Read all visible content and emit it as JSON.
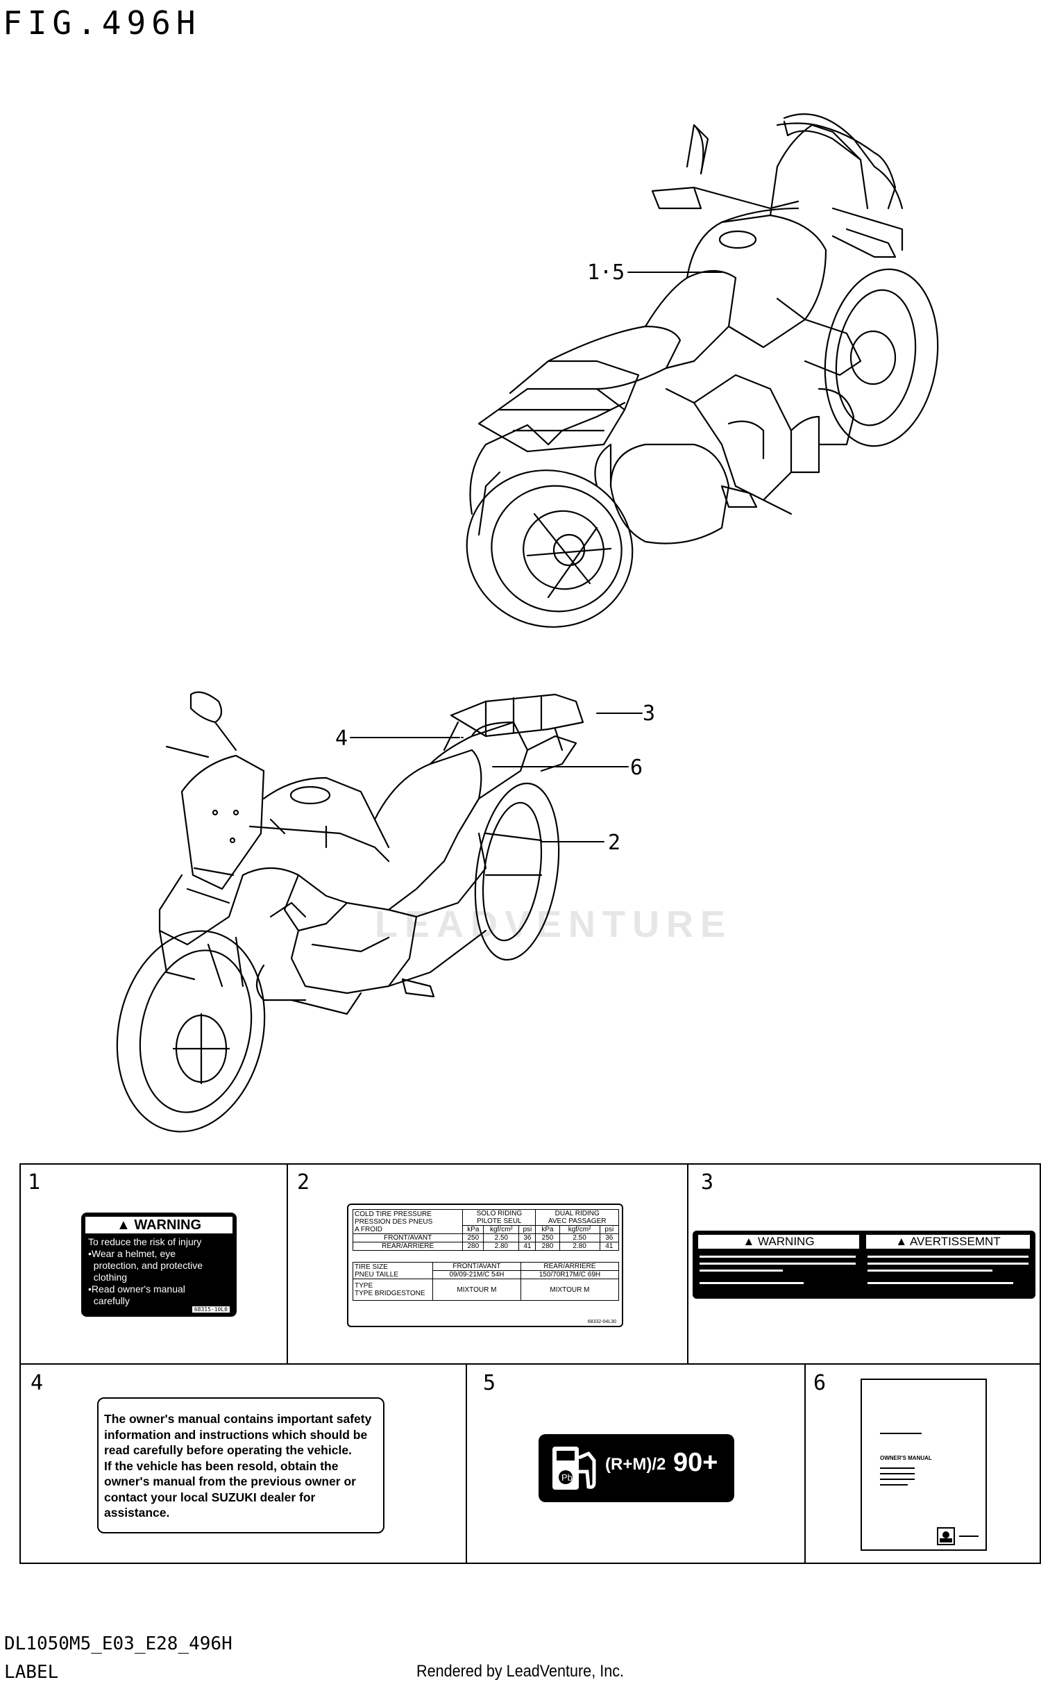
{
  "figure": {
    "title": "FIG.496H"
  },
  "callouts": [
    {
      "id": "c15",
      "text": "1·5"
    },
    {
      "id": "c3",
      "text": "3"
    },
    {
      "id": "c4",
      "text": "4"
    },
    {
      "id": "c6",
      "text": "6"
    },
    {
      "id": "c2",
      "text": "2"
    }
  ],
  "cells": [
    {
      "number": "1"
    },
    {
      "number": "2"
    },
    {
      "number": "3"
    },
    {
      "number": "4"
    },
    {
      "number": "5"
    },
    {
      "number": "6"
    }
  ],
  "label1": {
    "header": "WARNING",
    "body": "To reduce the risk of injury\n•Wear a helmet, eye\n  protection, and protective\n  clothing\n•Read owner's manual\n  carefully",
    "code": "68315-10L0"
  },
  "label2": {
    "rows": {
      "h1": "COLD TIRE PRESSURE\nPRESSION DES PNEUS\nA FROID",
      "h2": "SOLO RIDING\nPILOTE SEUL",
      "h3": "DUAL RIDING\nAVEC PASSAGER",
      "u1": "kPa",
      "u2": "kgf/cm²",
      "u3": "psi",
      "front": "FRONT/AVANT",
      "rear": "REAR/ARRIERE",
      "f": [
        "250",
        "2.50",
        "36",
        "250",
        "2.50",
        "36"
      ],
      "r": [
        "280",
        "2.80",
        "41",
        "280",
        "2.80",
        "41"
      ],
      "size": "TIRE SIZE\nPNEU TAILLE",
      "front2": "FRONT/AVANT",
      "rear2": "REAR/ARRIERE",
      "fsize": "09/09-21M/C 54H",
      "rsize": "150/70R17M/C 69H",
      "type": "TYPE\nTYPE",
      "brand": "BRIDGESTONE",
      "ftype": "MIXTOUR M",
      "rtype": "MIXTOUR M"
    },
    "code": "68332-04L30"
  },
  "label3": {
    "left": "WARNING",
    "right": "AVERTISSEMNT"
  },
  "label4": {
    "text": "The owner's manual contains important safety\ninformation and instructions which should be\nread carefully before operating the vehicle.\nIf the vehicle has been resold, obtain the\nowner's manual from the previous owner or\ncontact your local SUZUKI dealer for\nassistance."
  },
  "label5": {
    "octane": "(R+M)/2",
    "value": "90+",
    "icon": "fuel-pump-icon"
  },
  "label6": {
    "title": "OWNER'S MANUAL"
  },
  "footer": {
    "code": "DL1050M5_E03_E28_496H",
    "label": "LABEL",
    "rendered": "Rendered by LeadVenture, Inc."
  },
  "watermark": "LEADVENTURE"
}
